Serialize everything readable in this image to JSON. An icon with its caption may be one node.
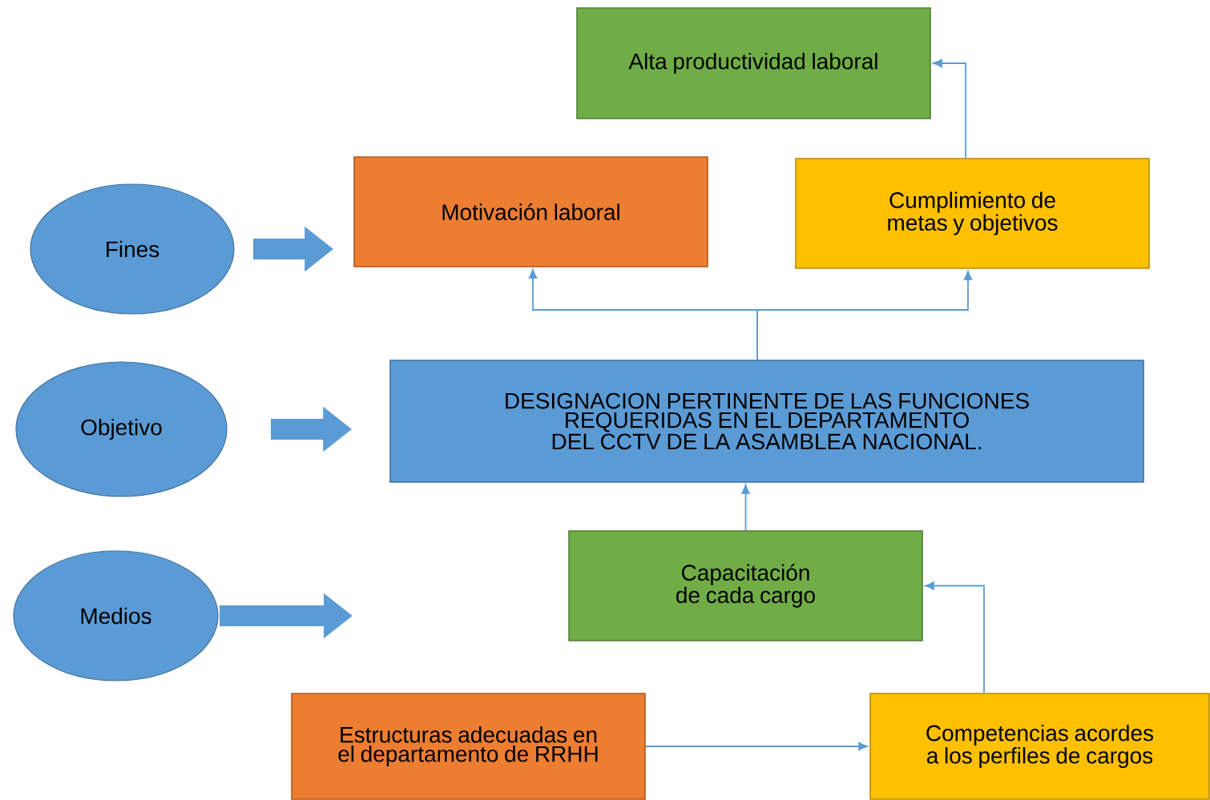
{
  "diagram": {
    "nodes": [
      {
        "text": [
          "Fines"
        ]
      },
      {
        "text": [
          "Objetivo"
        ]
      },
      {
        "text": [
          "Medios"
        ]
      },
      {
        "text": [
          "Alta productividad laboral"
        ]
      },
      {
        "text": [
          "Motivación laboral"
        ]
      },
      {
        "text": [
          "Cumplimiento de metas y objetivos"
        ]
      },
      {
        "text": [
          "DESIGNACION PERTINENTE DE LAS FUNCIONES REQUERIDAS EN EL DEPARTAMENTO DEL CCTV DE LA ASAMBLEA NACIONAL."
        ]
      },
      {
        "text": [
          "Capacitación de cada cargo"
        ]
      },
      {
        "text": [
          "Estructuras adecuadas en el departamento de RRHH"
        ]
      },
      {
        "text": [
          "Competencias acordes a los perfiles de cargos"
        ]
      }
    ],
    "edges": [
      {
        "from": 0,
        "to": 4,
        "arrow": "to",
        "style": "thick"
      },
      {
        "from": 1,
        "to": 6,
        "arrow": "to",
        "style": "thick"
      },
      {
        "from": 2,
        "to": null,
        "arrow": "to",
        "style": "thick"
      },
      {
        "from": 6,
        "to": 4,
        "arrow": "to"
      },
      {
        "from": 6,
        "to": 5,
        "arrow": "to"
      },
      {
        "from": 5,
        "to": 3,
        "arrow": "to"
      },
      {
        "from": 7,
        "to": 6,
        "arrow": "to"
      },
      {
        "from": 9,
        "to": 7,
        "arrow": "to"
      },
      {
        "from": 8,
        "to": 9,
        "arrow": "to"
      }
    ]
  }
}
